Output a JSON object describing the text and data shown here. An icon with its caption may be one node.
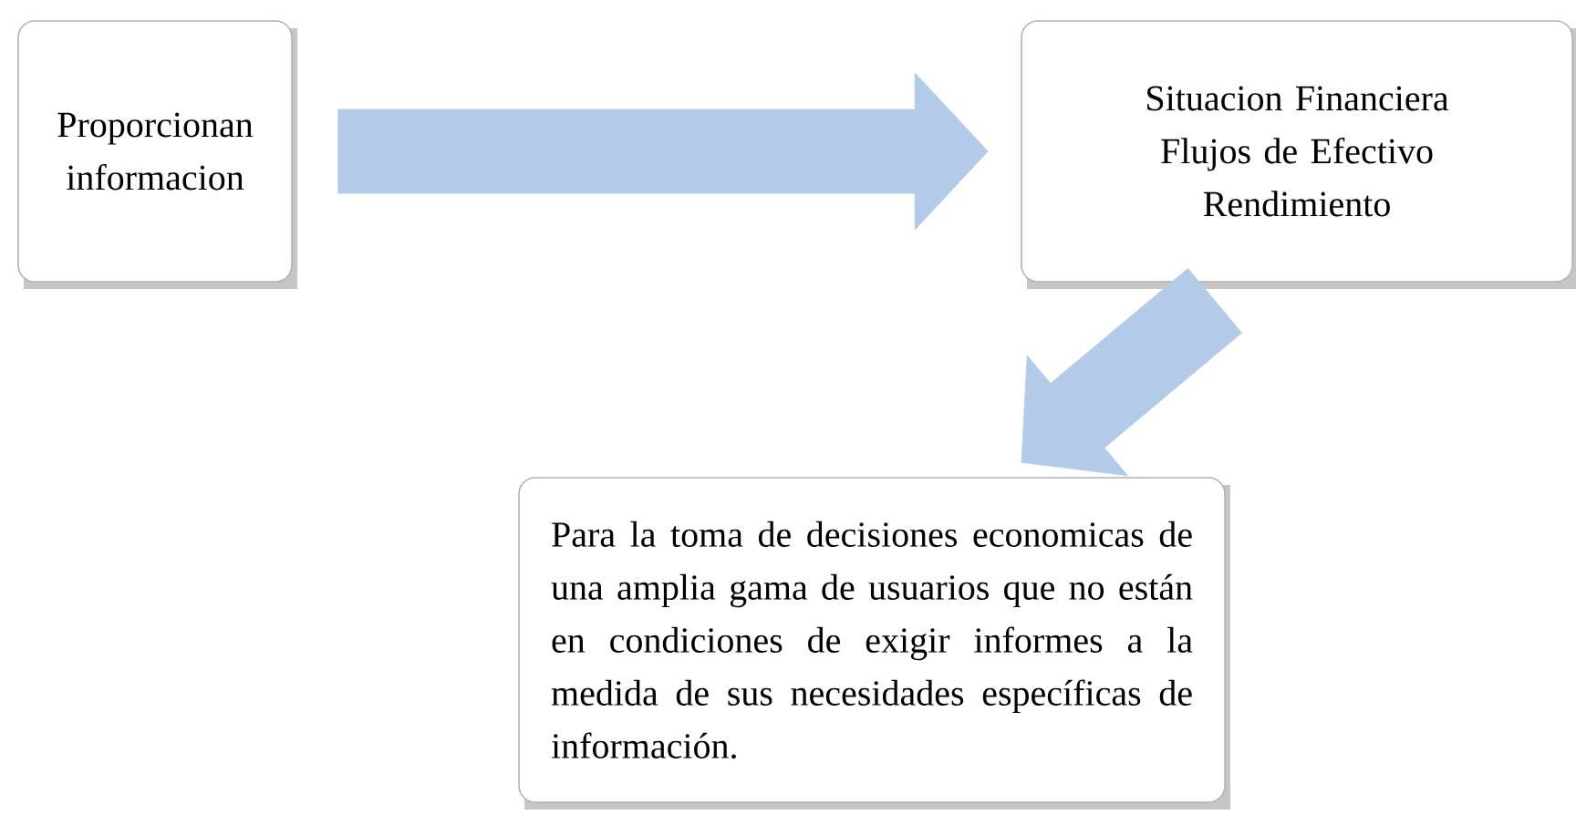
{
  "diagram": {
    "nodes": [
      {
        "text": [
          "Proporcionan informacion"
        ]
      },
      {
        "text": [
          "Situacion Financiera",
          "Flujos de Efectivo",
          "Rendimiento"
        ]
      },
      {
        "text": [
          "Para la toma de decisiones economicas de una amplia gama de usuarios que no están en condiciones de exigir informes a la medida de sus necesidades específicas de información."
        ]
      }
    ],
    "edges": [
      {
        "from": 0,
        "to": 1,
        "arrow": "to"
      },
      {
        "from": 1,
        "to": 2,
        "arrow": "to"
      }
    ]
  }
}
